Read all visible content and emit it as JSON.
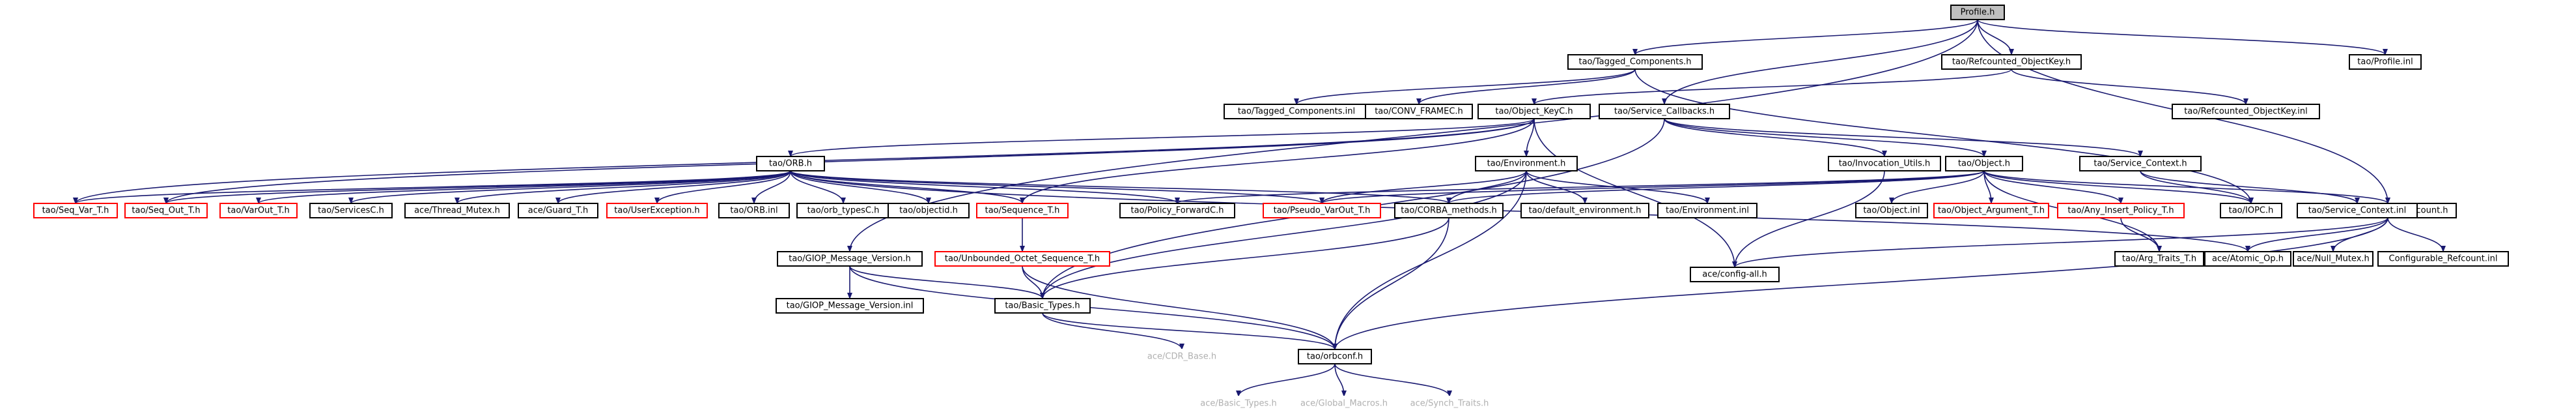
{
  "colors": {
    "edge": "#191970",
    "node_border": "#000000",
    "node_border_missing": "#ff0000",
    "node_fill": "#ffffff",
    "root_fill": "#bfbfbf",
    "text": "#000000",
    "text_missing": "#b0b0b0"
  },
  "nodes": [
    {
      "id": "n_profile",
      "label": "Profile.h"
    },
    {
      "id": "n_tagged_comp_h",
      "label": "tao/Tagged_Components.h"
    },
    {
      "id": "n_refcounted_objkey_h",
      "label": "tao/Refcounted_ObjectKey.h"
    },
    {
      "id": "n_profile_inl",
      "label": "tao/Profile.inl"
    },
    {
      "id": "n_tagged_comp_inl",
      "label": "tao/Tagged_Components.inl"
    },
    {
      "id": "n_conv_frame",
      "label": "tao/CONV_FRAMEC.h"
    },
    {
      "id": "n_object_keyc",
      "label": "tao/Object_KeyC.h"
    },
    {
      "id": "n_refcounted_objkey_inl",
      "label": "tao/Refcounted_ObjectKey.inl"
    },
    {
      "id": "n_service_callbacks",
      "label": "tao/Service_Callbacks.h"
    },
    {
      "id": "n_orb_h",
      "label": "tao/ORB.h"
    },
    {
      "id": "n_environment_h",
      "label": "tao/Environment.h"
    },
    {
      "id": "n_invocation_utils",
      "label": "tao/Invocation_Utils.h"
    },
    {
      "id": "n_object_h",
      "label": "tao/Object.h"
    },
    {
      "id": "n_service_context_h",
      "label": "tao/Service_Context.h"
    },
    {
      "id": "n_configurable_refcount",
      "label": "tao/Configurable_Refcount.h"
    },
    {
      "id": "n_seq_var",
      "label": "tao/Seq_Var_T.h"
    },
    {
      "id": "n_seq_out",
      "label": "tao/Seq_Out_T.h"
    },
    {
      "id": "n_varout",
      "label": "tao/VarOut_T.h"
    },
    {
      "id": "n_servicesc",
      "label": "tao/ServicesC.h"
    },
    {
      "id": "n_thread_mutex",
      "label": "ace/Thread_Mutex.h"
    },
    {
      "id": "n_guard_t",
      "label": "ace/Guard_T.h"
    },
    {
      "id": "n_user_exception",
      "label": "tao/UserException.h"
    },
    {
      "id": "n_orb_inl",
      "label": "tao/ORB.inl"
    },
    {
      "id": "n_orb_typesc",
      "label": "tao/orb_typesC.h"
    },
    {
      "id": "n_objectid",
      "label": "tao/objectid.h"
    },
    {
      "id": "n_sequence_t",
      "label": "tao/Sequence_T.h"
    },
    {
      "id": "n_policy_forwardc",
      "label": "tao/Policy_ForwardC.h"
    },
    {
      "id": "n_pseudo_varout",
      "label": "tao/Pseudo_VarOut_T.h"
    },
    {
      "id": "n_corba_methods",
      "label": "tao/CORBA_methods.h"
    },
    {
      "id": "n_default_env",
      "label": "tao/default_environment.h"
    },
    {
      "id": "n_environment_inl",
      "label": "tao/Environment.inl"
    },
    {
      "id": "n_object_inl",
      "label": "tao/Object.inl"
    },
    {
      "id": "n_object_argument",
      "label": "tao/Object_Argument_T.h"
    },
    {
      "id": "n_any_insert_policy",
      "label": "tao/Any_Insert_Policy_T.h"
    },
    {
      "id": "n_iiopc",
      "label": "tao/IOPC.h"
    },
    {
      "id": "n_service_context_inl",
      "label": "tao/Service_Context.inl"
    },
    {
      "id": "n_giop_version_h",
      "label": "tao/GIOP_Message_Version.h"
    },
    {
      "id": "n_unbounded_octet",
      "label": "tao/Unbounded_Octet_Sequence_T.h"
    },
    {
      "id": "n_config_all",
      "label": "ace/config-all.h"
    },
    {
      "id": "n_arg_traits",
      "label": "tao/Arg_Traits_T.h"
    },
    {
      "id": "n_atomic_op",
      "label": "ace/Atomic_Op.h"
    },
    {
      "id": "n_null_mutex",
      "label": "ace/Null_Mutex.h"
    },
    {
      "id": "n_configurable_refcount_inl",
      "label": "Configurable_Refcount.inl"
    },
    {
      "id": "n_giop_version_inl",
      "label": "tao/GIOP_Message_Version.inl"
    },
    {
      "id": "n_basic_types",
      "label": "tao/Basic_Types.h"
    },
    {
      "id": "n_cdr_base",
      "label": "ace/CDR_Base.h"
    },
    {
      "id": "n_orbconf",
      "label": "tao/orbconf.h"
    },
    {
      "id": "n_ace_basic_types",
      "label": "ace/Basic_Types.h"
    },
    {
      "id": "n_global_macros",
      "label": "ace/Global_Macros.h"
    },
    {
      "id": "n_synch_traits",
      "label": "ace/Synch_Traits.h"
    }
  ]
}
